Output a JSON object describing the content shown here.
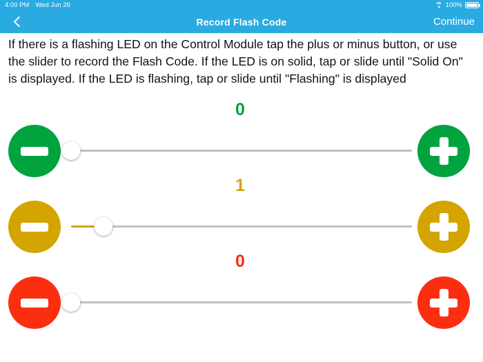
{
  "statusbar": {
    "time": "4:00 PM",
    "date": "Wed Jun 26",
    "wifi_icon": "wifi-icon",
    "battery_percent": "100%",
    "battery_icon": "battery-full-icon"
  },
  "navbar": {
    "back_icon": "chevron-left-icon",
    "title": "Record Flash Code",
    "continue_label": "Continue",
    "background_color": "#29ABE2"
  },
  "instructions": {
    "text": "If there is a flashing LED on the Control Module tap the plus or minus button, or use the slider to record the Flash Code. If the LED is on solid, tap or slide until \"Solid On\" is displayed. If the LED is flashing, tap or slide until \"Flashing\" is displayed"
  },
  "rows": [
    {
      "id": "green",
      "value": "0",
      "color": "#00A33E",
      "minus_icon": "minus-icon",
      "plus_icon": "plus-icon",
      "slider_percent": 0
    },
    {
      "id": "yellow",
      "value": "1",
      "color": "#D4A400",
      "minus_icon": "minus-icon",
      "plus_icon": "plus-icon",
      "slider_percent": 9.5
    },
    {
      "id": "red",
      "value": "0",
      "color": "#FB2F10",
      "minus_icon": "minus-icon",
      "plus_icon": "plus-icon",
      "slider_percent": 0
    }
  ]
}
